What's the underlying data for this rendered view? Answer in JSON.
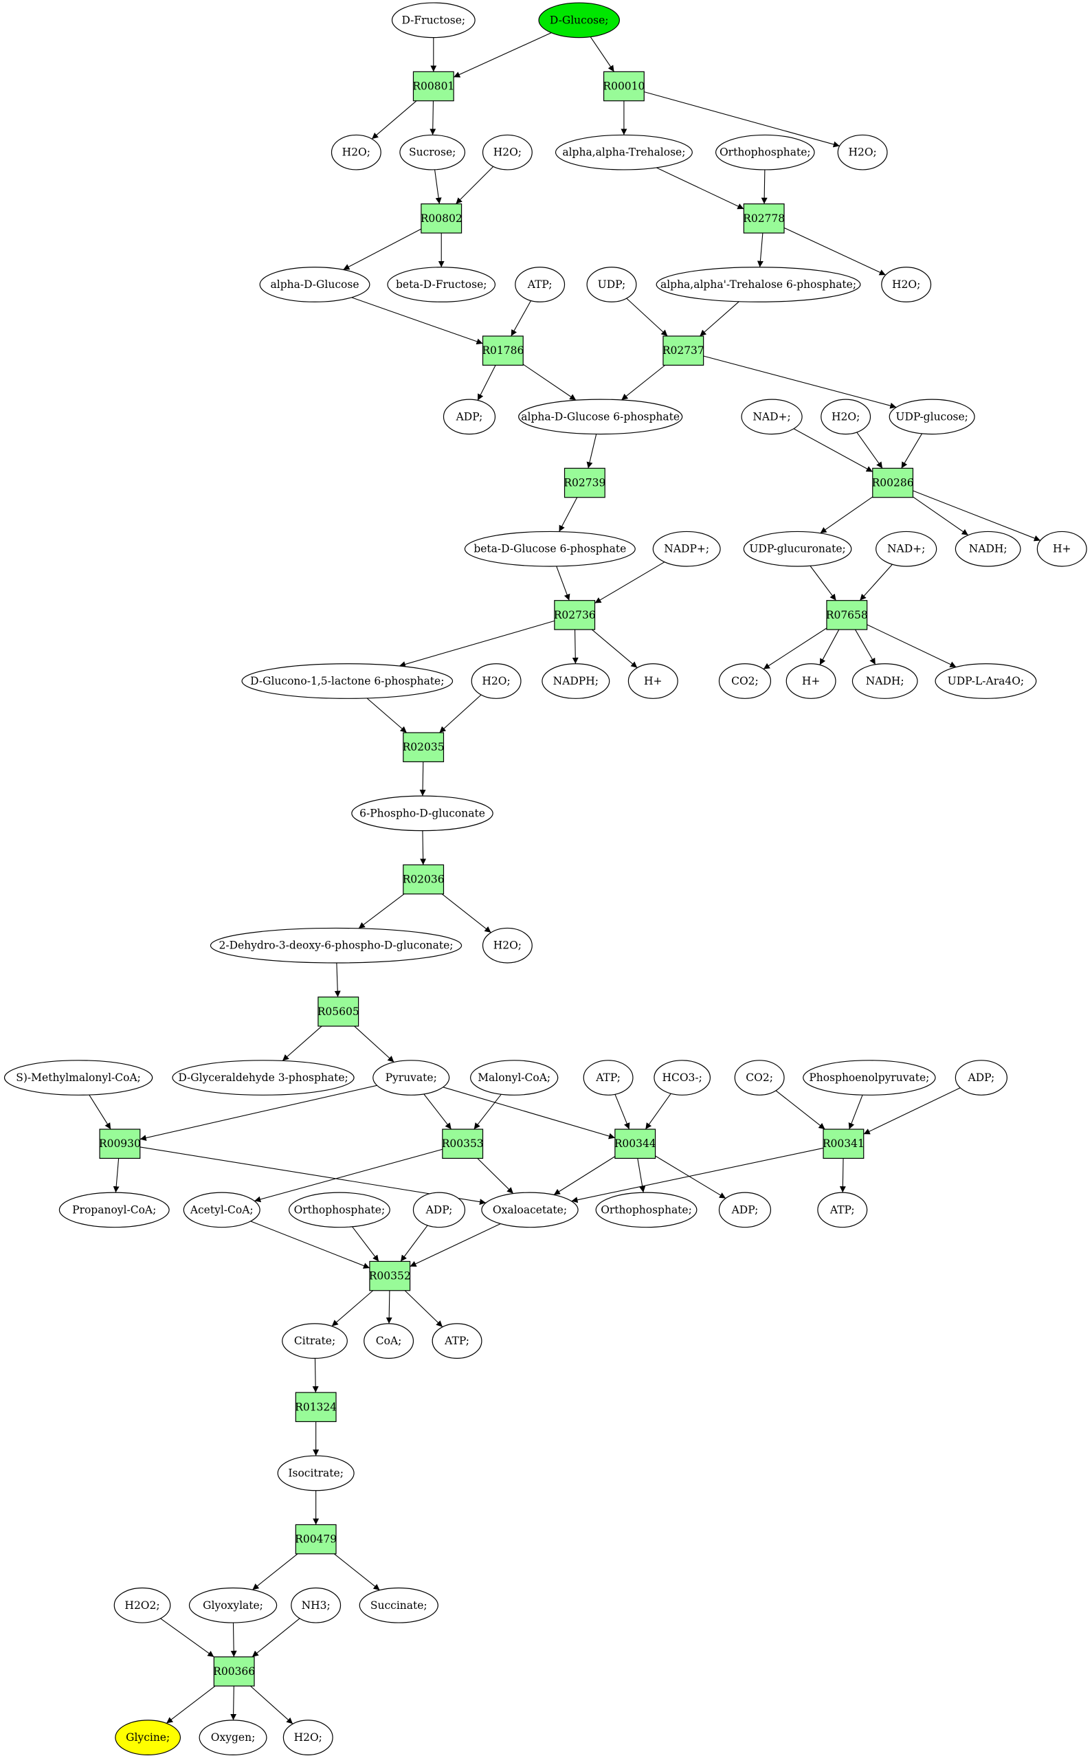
{
  "colors": {
    "reaction_fill": "#98fb98",
    "start_fill": "#00e600",
    "end_fill": "#ffff00",
    "compound_fill": "#ffffff"
  },
  "compounds": [
    {
      "id": "c_fructose",
      "label": "D-Fructose;"
    },
    {
      "id": "c_glucose",
      "label": "D-Glucose;",
      "role": "start"
    },
    {
      "id": "c_h2o_1",
      "label": "H2O;"
    },
    {
      "id": "c_sucrose",
      "label": "Sucrose;"
    },
    {
      "id": "c_h2o_2",
      "label": "H2O;"
    },
    {
      "id": "c_trehalose",
      "label": "alpha,alpha-Trehalose;"
    },
    {
      "id": "c_orthophosphate_1",
      "label": "Orthophosphate;"
    },
    {
      "id": "c_h2o_3",
      "label": "H2O;"
    },
    {
      "id": "c_alpha_d_glucose",
      "label": "alpha-D-Glucose"
    },
    {
      "id": "c_beta_d_fructose",
      "label": "beta-D-Fructose;"
    },
    {
      "id": "c_atp_1",
      "label": "ATP;"
    },
    {
      "id": "c_udp",
      "label": "UDP;"
    },
    {
      "id": "c_trehalose6p",
      "label": "alpha,alpha'-Trehalose 6-phosphate;"
    },
    {
      "id": "c_h2o_4",
      "label": "H2O;"
    },
    {
      "id": "c_adp_1",
      "label": "ADP;"
    },
    {
      "id": "c_alpha_g6p",
      "label": "alpha-D-Glucose 6-phosphate"
    },
    {
      "id": "c_nad_1",
      "label": "NAD+;"
    },
    {
      "id": "c_h2o_5",
      "label": "H2O;"
    },
    {
      "id": "c_udp_glucose",
      "label": "UDP-glucose;"
    },
    {
      "id": "c_beta_g6p",
      "label": "beta-D-Glucose 6-phosphate"
    },
    {
      "id": "c_nadp",
      "label": "NADP+;"
    },
    {
      "id": "c_udp_glucuronate",
      "label": "UDP-glucuronate;"
    },
    {
      "id": "c_nad_2",
      "label": "NAD+;"
    },
    {
      "id": "c_nadh_1",
      "label": "NADH;"
    },
    {
      "id": "c_hplus_1",
      "label": "H+"
    },
    {
      "id": "c_glucono_lactone",
      "label": "D-Glucono-1,5-lactone 6-phosphate;"
    },
    {
      "id": "c_h2o_6",
      "label": "H2O;"
    },
    {
      "id": "c_nadph",
      "label": "NADPH;"
    },
    {
      "id": "c_hplus_2",
      "label": "H+"
    },
    {
      "id": "c_co2_1",
      "label": "CO2;"
    },
    {
      "id": "c_hplus_3",
      "label": "H+"
    },
    {
      "id": "c_nadh_2",
      "label": "NADH;"
    },
    {
      "id": "c_udp_ara",
      "label": "UDP-L-Ara4O;"
    },
    {
      "id": "c_6pg",
      "label": "6-Phospho-D-gluconate"
    },
    {
      "id": "c_kdpg",
      "label": "2-Dehydro-3-deoxy-6-phospho-D-gluconate;"
    },
    {
      "id": "c_h2o_7",
      "label": "H2O;"
    },
    {
      "id": "c_methylmalonyl",
      "label": "S)-Methylmalonyl-CoA;"
    },
    {
      "id": "c_gap",
      "label": "D-Glyceraldehyde 3-phosphate;"
    },
    {
      "id": "c_pyruvate",
      "label": "Pyruvate;"
    },
    {
      "id": "c_malonyl",
      "label": "Malonyl-CoA;"
    },
    {
      "id": "c_atp_2",
      "label": "ATP;"
    },
    {
      "id": "c_hco3",
      "label": "HCO3-;"
    },
    {
      "id": "c_co2_2",
      "label": "CO2;"
    },
    {
      "id": "c_pep",
      "label": "Phosphoenolpyruvate;"
    },
    {
      "id": "c_adp_2",
      "label": "ADP;"
    },
    {
      "id": "c_propanoyl",
      "label": "Propanoyl-CoA;"
    },
    {
      "id": "c_acetyl",
      "label": "Acetyl-CoA;"
    },
    {
      "id": "c_orthophosphate_2",
      "label": "Orthophosphate;"
    },
    {
      "id": "c_adp_3",
      "label": "ADP;"
    },
    {
      "id": "c_oxaloacetate",
      "label": "Oxaloacetate;"
    },
    {
      "id": "c_orthophosphate_3",
      "label": "Orthophosphate;"
    },
    {
      "id": "c_adp_4",
      "label": "ADP;"
    },
    {
      "id": "c_atp_3",
      "label": "ATP;"
    },
    {
      "id": "c_citrate",
      "label": "Citrate;"
    },
    {
      "id": "c_coa",
      "label": "CoA;"
    },
    {
      "id": "c_atp_4",
      "label": "ATP;"
    },
    {
      "id": "c_isocitrate",
      "label": "Isocitrate;"
    },
    {
      "id": "c_h2o2",
      "label": "H2O2;"
    },
    {
      "id": "c_glyoxylate",
      "label": "Glyoxylate;"
    },
    {
      "id": "c_nh3",
      "label": "NH3;"
    },
    {
      "id": "c_succinate",
      "label": "Succinate;"
    },
    {
      "id": "c_glycine",
      "label": "Glycine;",
      "role": "end"
    },
    {
      "id": "c_oxygen",
      "label": "Oxygen;"
    },
    {
      "id": "c_h2o_8",
      "label": "H2O;"
    }
  ],
  "reactions": [
    {
      "id": "R00801",
      "label": "R00801"
    },
    {
      "id": "R00010",
      "label": "R00010"
    },
    {
      "id": "R00802",
      "label": "R00802"
    },
    {
      "id": "R02778",
      "label": "R02778"
    },
    {
      "id": "R01786",
      "label": "R01786"
    },
    {
      "id": "R02737",
      "label": "R02737"
    },
    {
      "id": "R02739",
      "label": "R02739"
    },
    {
      "id": "R00286",
      "label": "R00286"
    },
    {
      "id": "R02736",
      "label": "R02736"
    },
    {
      "id": "R07658",
      "label": "R07658"
    },
    {
      "id": "R02035",
      "label": "R02035"
    },
    {
      "id": "R02036",
      "label": "R02036"
    },
    {
      "id": "R05605",
      "label": "R05605"
    },
    {
      "id": "R00930",
      "label": "R00930"
    },
    {
      "id": "R00353",
      "label": "R00353"
    },
    {
      "id": "R00344",
      "label": "R00344"
    },
    {
      "id": "R00341",
      "label": "R00341"
    },
    {
      "id": "R00352",
      "label": "R00352"
    },
    {
      "id": "R01324",
      "label": "R01324"
    },
    {
      "id": "R00479",
      "label": "R00479"
    },
    {
      "id": "R00366",
      "label": "R00366"
    }
  ],
  "edges": [
    [
      "c_fructose",
      "R00801"
    ],
    [
      "c_glucose",
      "R00801"
    ],
    [
      "c_glucose",
      "R00010"
    ],
    [
      "R00801",
      "c_h2o_1"
    ],
    [
      "R00801",
      "c_sucrose"
    ],
    [
      "R00010",
      "c_trehalose"
    ],
    [
      "R00010",
      "c_h2o_3"
    ],
    [
      "c_sucrose",
      "R00802"
    ],
    [
      "c_h2o_2",
      "R00802"
    ],
    [
      "R00802",
      "c_alpha_d_glucose"
    ],
    [
      "R00802",
      "c_beta_d_fructose"
    ],
    [
      "c_trehalose",
      "R02778"
    ],
    [
      "c_orthophosphate_1",
      "R02778"
    ],
    [
      "R02778",
      "c_trehalose6p"
    ],
    [
      "R02778",
      "c_h2o_4"
    ],
    [
      "c_alpha_d_glucose",
      "R01786"
    ],
    [
      "c_atp_1",
      "R01786"
    ],
    [
      "R01786",
      "c_adp_1"
    ],
    [
      "R01786",
      "c_alpha_g6p"
    ],
    [
      "c_udp",
      "R02737"
    ],
    [
      "c_trehalose6p",
      "R02737"
    ],
    [
      "R02737",
      "c_alpha_g6p"
    ],
    [
      "R02737",
      "c_udp_glucose"
    ],
    [
      "c_alpha_g6p",
      "R02739"
    ],
    [
      "R02739",
      "c_beta_g6p"
    ],
    [
      "c_nad_1",
      "R00286"
    ],
    [
      "c_h2o_5",
      "R00286"
    ],
    [
      "c_udp_glucose",
      "R00286"
    ],
    [
      "R00286",
      "c_udp_glucuronate"
    ],
    [
      "R00286",
      "c_nadh_1"
    ],
    [
      "R00286",
      "c_hplus_1"
    ],
    [
      "c_beta_g6p",
      "R02736"
    ],
    [
      "c_nadp",
      "R02736"
    ],
    [
      "R02736",
      "c_glucono_lactone"
    ],
    [
      "R02736",
      "c_nadph"
    ],
    [
      "R02736",
      "c_hplus_2"
    ],
    [
      "c_udp_glucuronate",
      "R07658"
    ],
    [
      "c_nad_2",
      "R07658"
    ],
    [
      "R07658",
      "c_co2_1"
    ],
    [
      "R07658",
      "c_hplus_3"
    ],
    [
      "R07658",
      "c_nadh_2"
    ],
    [
      "R07658",
      "c_udp_ara"
    ],
    [
      "c_glucono_lactone",
      "R02035"
    ],
    [
      "c_h2o_6",
      "R02035"
    ],
    [
      "R02035",
      "c_6pg"
    ],
    [
      "c_6pg",
      "R02036"
    ],
    [
      "R02036",
      "c_kdpg"
    ],
    [
      "R02036",
      "c_h2o_7"
    ],
    [
      "c_kdpg",
      "R05605"
    ],
    [
      "R05605",
      "c_gap"
    ],
    [
      "R05605",
      "c_pyruvate"
    ],
    [
      "c_methylmalonyl",
      "R00930"
    ],
    [
      "c_pyruvate",
      "R00930"
    ],
    [
      "R00930",
      "c_propanoyl"
    ],
    [
      "R00930",
      "c_oxaloacetate"
    ],
    [
      "c_pyruvate",
      "R00353"
    ],
    [
      "c_malonyl",
      "R00353"
    ],
    [
      "R00353",
      "c_acetyl"
    ],
    [
      "R00353",
      "c_oxaloacetate"
    ],
    [
      "c_pyruvate",
      "R00344"
    ],
    [
      "c_atp_2",
      "R00344"
    ],
    [
      "c_hco3",
      "R00344"
    ],
    [
      "R00344",
      "c_oxaloacetate"
    ],
    [
      "R00344",
      "c_orthophosphate_3"
    ],
    [
      "R00344",
      "c_adp_4"
    ],
    [
      "c_co2_2",
      "R00341"
    ],
    [
      "c_pep",
      "R00341"
    ],
    [
      "c_adp_2",
      "R00341"
    ],
    [
      "R00341",
      "c_oxaloacetate"
    ],
    [
      "R00341",
      "c_atp_3"
    ],
    [
      "c_acetyl",
      "R00352"
    ],
    [
      "c_orthophosphate_2",
      "R00352"
    ],
    [
      "c_adp_3",
      "R00352"
    ],
    [
      "c_oxaloacetate",
      "R00352"
    ],
    [
      "R00352",
      "c_citrate"
    ],
    [
      "R00352",
      "c_coa"
    ],
    [
      "R00352",
      "c_atp_4"
    ],
    [
      "c_citrate",
      "R01324"
    ],
    [
      "R01324",
      "c_isocitrate"
    ],
    [
      "c_isocitrate",
      "R00479"
    ],
    [
      "R00479",
      "c_glyoxylate"
    ],
    [
      "R00479",
      "c_succinate"
    ],
    [
      "c_h2o2",
      "R00366"
    ],
    [
      "c_glyoxylate",
      "R00366"
    ],
    [
      "c_nh3",
      "R00366"
    ],
    [
      "R00366",
      "c_glycine"
    ],
    [
      "R00366",
      "c_oxygen"
    ],
    [
      "R00366",
      "c_h2o_8"
    ]
  ]
}
